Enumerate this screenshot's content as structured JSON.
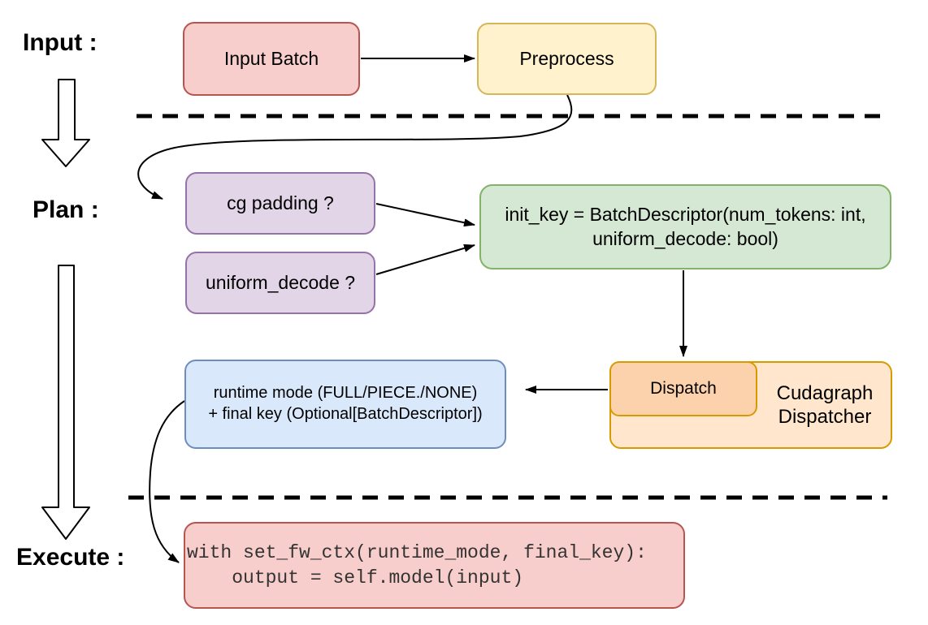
{
  "stages": {
    "input": "Input :",
    "plan": "Plan :",
    "execute": "Execute :"
  },
  "nodes": {
    "input_batch": {
      "label": "Input Batch"
    },
    "preprocess": {
      "label": "Preprocess"
    },
    "cg_padding": {
      "label": "cg padding ?"
    },
    "uniform_decode": {
      "label": "uniform_decode ?"
    },
    "init_key": {
      "line1": "init_key = BatchDescriptor(num_tokens: int,",
      "line2": "uniform_decode: bool)"
    },
    "dispatch": {
      "label": "Dispatch"
    },
    "cudagraph_dispatcher": {
      "line1": "Cudagraph",
      "line2": "Dispatcher"
    },
    "runtime_mode": {
      "line1": "runtime mode (FULL/PIECE./NONE)",
      "line2": "+ final key (Optional[BatchDescriptor])"
    },
    "execute_code": {
      "line1": "with set_fw_ctx(runtime_mode, final_key):",
      "line2": "    output = self.model(input)"
    }
  },
  "colors": {
    "red_fill": "#f8cecc",
    "red_stroke": "#b85450",
    "yellow_fill": "#fff2cc",
    "yellow_stroke": "#d6b656",
    "purple_fill": "#e1d5e7",
    "purple_stroke": "#9673a6",
    "green_fill": "#d5e8d4",
    "green_stroke": "#82b366",
    "blue_fill": "#dae8fc",
    "blue_stroke": "#6c8ebf",
    "orange_outer_fill": "#ffe6cc",
    "orange_inner_fill": "#fcd2ad",
    "orange_stroke": "#d79b00",
    "arrow": "#000000",
    "background": "#ffffff"
  }
}
